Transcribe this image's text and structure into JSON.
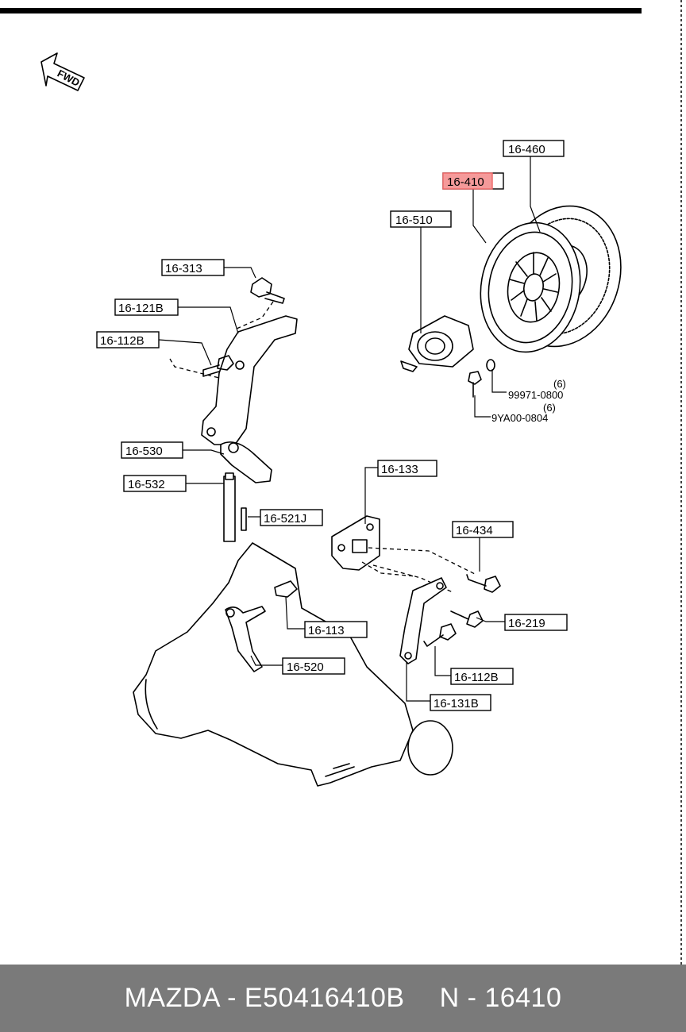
{
  "fwd_label": "FWD",
  "labels": {
    "l16_460": "16-460",
    "l16_410": "16-410",
    "l16_510": "16-510",
    "l16_313": "16-313",
    "l16_121b": "16-121B",
    "l16_112b_top": "16-112B",
    "l99971": "99971-0800",
    "l99971_qty": "(6)",
    "l9ya00": "9YA00-0804",
    "l9ya00_qty": "(6)",
    "l16_530": "16-530",
    "l16_532": "16-532",
    "l16_521j": "16-521J",
    "l16_133": "16-133",
    "l16_434": "16-434",
    "l16_219": "16-219",
    "l16_113": "16-113",
    "l16_520": "16-520",
    "l16_112b_bottom": "16-112B",
    "l16_131b": "16-131B"
  },
  "highlight_color": "#f59a9a",
  "footer": {
    "left": "MAZDA - E50416410B",
    "right": "N - 16410"
  }
}
